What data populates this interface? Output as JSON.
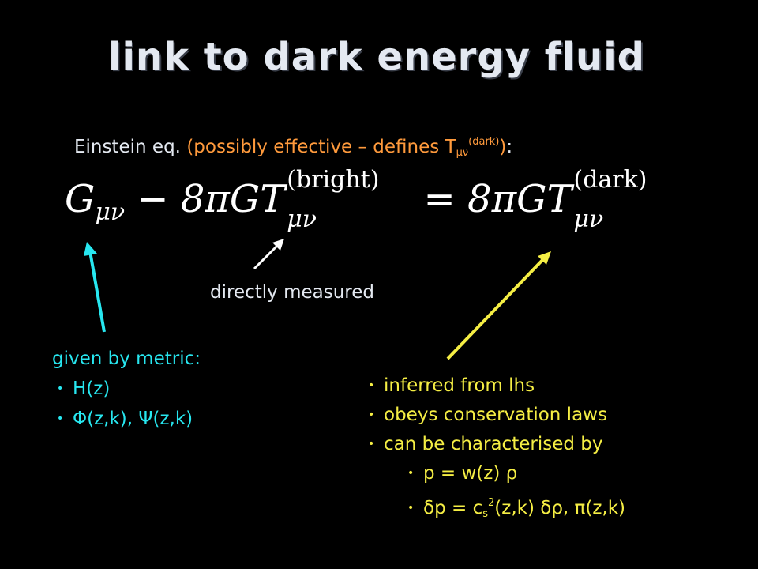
{
  "slide": {
    "title": "link to dark energy fluid",
    "einstein": {
      "prefix": "Einstein eq. ",
      "effective_open": "(possibly effective – defines T",
      "effective_sub": "μν",
      "effective_sup": "(dark)",
      "effective_close": ")",
      "colon": ":"
    },
    "equation": {
      "g": "G",
      "g_sub": "μν",
      "minus": "−",
      "lhs_factor": "8πGT",
      "lhs_sub": "μν",
      "lhs_sup": "(bright)",
      "equals": "=",
      "rhs_factor": "8πGT",
      "rhs_sub": "μν",
      "rhs_sup": "(dark)"
    },
    "measured_label": "directly measured",
    "metric": {
      "heading": "given by metric:",
      "items": [
        "H(z)",
        "Φ(z,k), Ψ(z,k)"
      ]
    },
    "dark": {
      "items": [
        "inferred from lhs",
        "obeys conservation laws",
        "can be characterised by"
      ],
      "subitems": {
        "eos": "p = w(z) ρ",
        "sound_prefix": "δp = c",
        "sound_sub": "s",
        "sound_sup": "2",
        "sound_suffix": "(z,k) δρ, π(z,k)"
      }
    },
    "bullet": "•",
    "colors": {
      "background": "#000000",
      "title": "#e4e9f1",
      "orange": "#ff9a3c",
      "cyan": "#27e7f0",
      "yellow": "#f5ee44"
    }
  }
}
